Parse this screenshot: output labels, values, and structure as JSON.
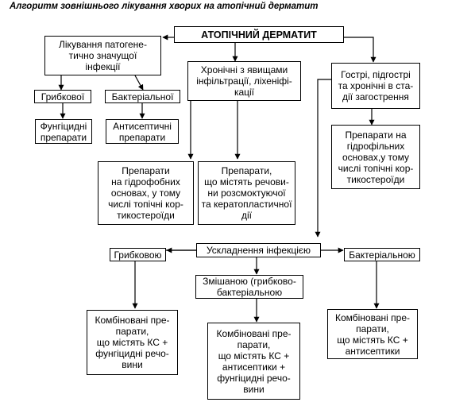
{
  "title": "Алгоритм зовнішнього лікування хворих на атопічний дерматит",
  "nodes": {
    "atopic": "АТОПІЧНИЙ ДЕРМАТИТ",
    "pathogenic": "Лікування патогене-\nтично значущої\nінфекції",
    "chronic": "Хронічні з явищами\nінфільтрації, ліхеніфі-\nкації",
    "acute": "Гострі, підгострі\nта хронічні в ста-\nдії загострення",
    "fungal": "Грибкової",
    "bacterial": "Бактеріальної",
    "antifungal": "Фунгіцидні\nпрепарати",
    "antiseptic": "Антисептичні\nпрепарати",
    "hydrophobic": "Препарати\nна гідрофобних\nосновах, у тому\nчислі топічні кор-\nтикостероїди",
    "resorptive": "Препарати,\nщо містять речови-\nни розсмоктуючої\nта кератопластичної\nдії",
    "hydrophilic": "Препарати на\nгідрофільних\nосновах,у тому\nчислі топічні кор-\nтикостероїди",
    "complicated": "Ускладнення інфекцією",
    "fungal_inf": "Грибковою",
    "bacterial_inf": "Бактеріальною",
    "mixed": "Змішаною (грибково-\nбактеріальною",
    "combo_fungal": "Комбіновані пре-\nпарати,\nщо містять КС +\nфунгіцидні речо-\nвини",
    "combo_mixed": "Комбіновані пре-\nпарати,\nщо містять КС +\nантисептики +\nфунгіцидні речо-\nвини",
    "combo_bacterial": "Комбіновані пре-\nпарати,\nщо містять КС +\nантисептики"
  }
}
